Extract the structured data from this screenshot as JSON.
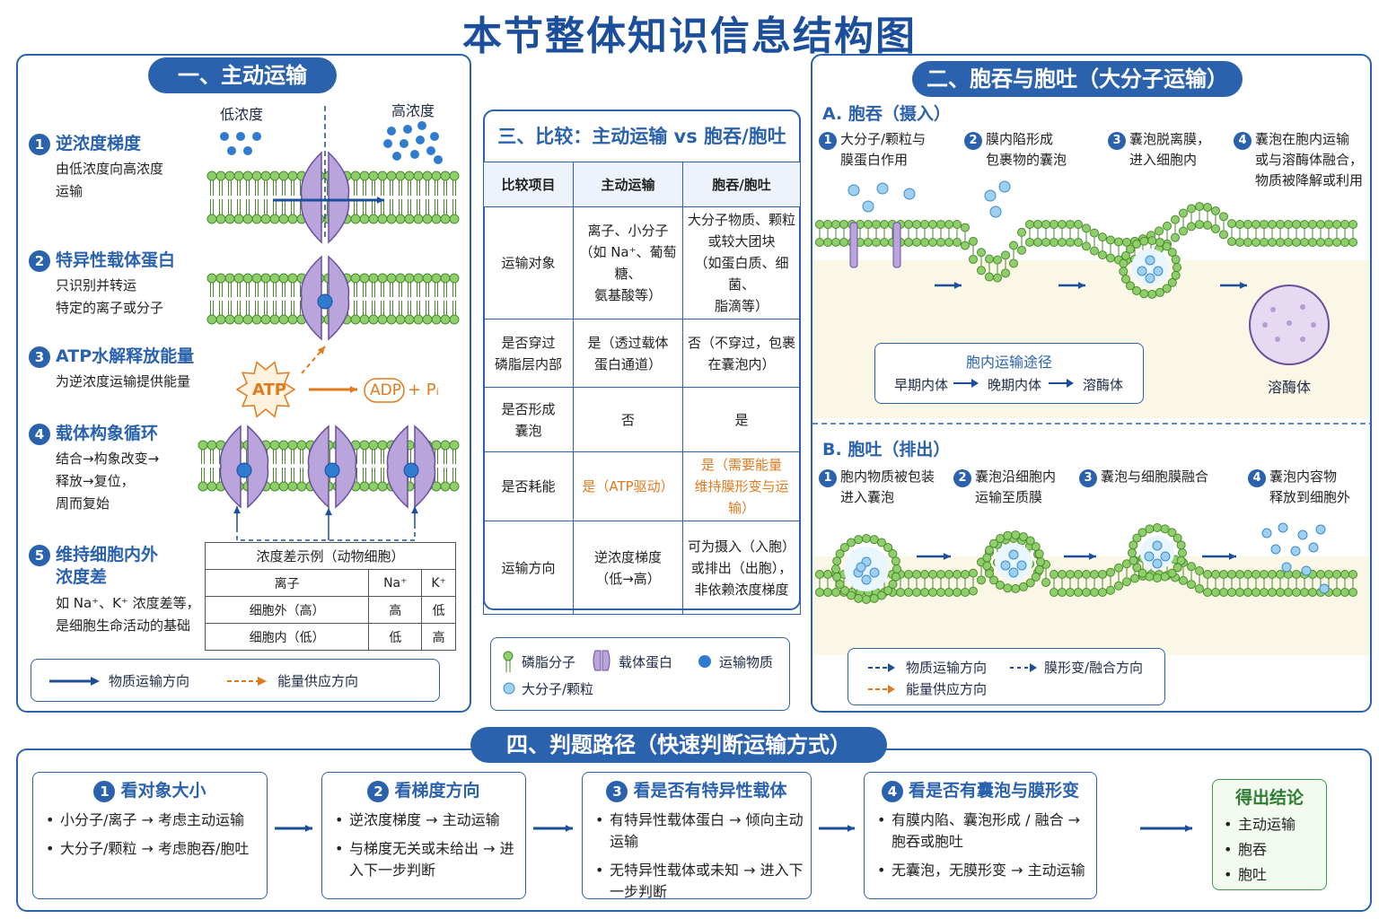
{
  "title": "本节整体知识信息结构图",
  "s1": {
    "header": "一、主动运输",
    "low_label": "低浓度",
    "high_label": "高浓度",
    "items": [
      {
        "n": "1",
        "title": "逆浓度梯度",
        "desc": [
          "由低浓度向高浓度",
          "运输"
        ]
      },
      {
        "n": "2",
        "title": "特异性载体蛋白",
        "desc": [
          "只识别并转运",
          "特定的离子或分子"
        ]
      },
      {
        "n": "3",
        "title": "ATP水解释放能量",
        "desc": [
          "为逆浓度运输提供能量"
        ]
      },
      {
        "n": "4",
        "title": "载体构象循环",
        "desc": [
          "结合→构象改变→",
          "释放→复位，",
          "周而复始"
        ]
      },
      {
        "n": "5",
        "title": "维持细胞内外",
        "title2": "浓度差",
        "desc": [
          "如 Na⁺、K⁺ 浓度差等，",
          "是细胞生命活动的基础"
        ]
      }
    ],
    "atp": "ATP",
    "adp": "ADP",
    "pi": "+ Pᵢ",
    "conc_table": {
      "caption": "浓度差示例（动物细胞）",
      "headers": [
        "离子",
        "Na⁺",
        "K⁺"
      ],
      "rows": [
        [
          "细胞外（高）",
          "高",
          "低"
        ],
        [
          "细胞内（低）",
          "低",
          "高"
        ]
      ]
    },
    "legend": {
      "transport": "物质运输方向",
      "energy": "能量供应方向"
    }
  },
  "s3": {
    "header": "三、比较：主动运输 vs 胞吞/胞吐",
    "columns": [
      "比较项目",
      "主动运输",
      "胞吞/胞吐"
    ],
    "rows": [
      {
        "item": "运输对象",
        "a": [
          "离子、小分子",
          "（如 Na⁺、葡萄糖、",
          "氨基酸等）"
        ],
        "b": [
          "大分子物质、颗粒",
          "或较大团块",
          "（如蛋白质、细菌、",
          "脂滴等）"
        ]
      },
      {
        "item": [
          "是否穿过",
          "磷脂层内部"
        ],
        "a": [
          "是（透过载体",
          "蛋白通道）"
        ],
        "b": [
          "否（不穿过，包裹",
          "在囊泡内）"
        ]
      },
      {
        "item": [
          "是否形成",
          "囊泡"
        ],
        "a": [
          "否"
        ],
        "b": [
          "是"
        ]
      },
      {
        "item": "是否耗能",
        "a": [
          "是（ATP驱动）"
        ],
        "b": [
          "是（需要能量",
          "维持膜形变与运输）"
        ]
      },
      {
        "item": "运输方向",
        "a": [
          "逆浓度梯度",
          "（低→高）"
        ],
        "b": [
          "可为摄入（入胞）",
          "或排出（出胞），",
          "非依赖浓度梯度"
        ]
      }
    ],
    "legend": {
      "phospholipid": "磷脂分子",
      "carrier": "载体蛋白",
      "substance": "运输物质",
      "macro": "大分子/颗粒"
    }
  },
  "s2": {
    "header": "二、胞吞与胞吐（大分子运输）",
    "a_title": "A. 胞吞（摄入）",
    "a_steps": [
      {
        "n": "1",
        "lines": [
          "大分子/颗粒与",
          "膜蛋白作用"
        ]
      },
      {
        "n": "2",
        "lines": [
          "膜内陷形成",
          "包裹物的囊泡"
        ]
      },
      {
        "n": "3",
        "lines": [
          "囊泡脱离膜，",
          "进入细胞内"
        ]
      },
      {
        "n": "4",
        "lines": [
          "囊泡在胞内运输",
          "或与溶酶体融合，",
          "物质被降解或利用"
        ]
      }
    ],
    "pathway": {
      "title": "胞内运输途径",
      "steps": [
        "早期内体",
        "晚期内体",
        "溶酶体"
      ]
    },
    "lysosome": "溶酶体",
    "b_title": "B. 胞吐（排出）",
    "b_steps": [
      {
        "n": "1",
        "lines": [
          "胞内物质被包装",
          "进入囊泡"
        ]
      },
      {
        "n": "2",
        "lines": [
          "囊泡沿细胞内",
          "运输至质膜"
        ]
      },
      {
        "n": "3",
        "lines": [
          "囊泡与细胞膜融合"
        ]
      },
      {
        "n": "4",
        "lines": [
          "囊泡内容物",
          "释放到细胞外"
        ]
      }
    ],
    "legend": {
      "transport": "物质运输方向",
      "membrane": "膜形变/融合方向",
      "energy": "能量供应方向"
    }
  },
  "s4": {
    "header": "四、判题路径（快速判断运输方式）",
    "steps": [
      {
        "n": "1",
        "title": "看对象大小",
        "bullets": [
          "小分子/离子 → 考虑主动运输",
          "大分子/颗粒 → 考虑胞吞/胞吐"
        ]
      },
      {
        "n": "2",
        "title": "看梯度方向",
        "bullets": [
          "逆浓度梯度 → 主动运输",
          "与梯度无关或未给出 → 进入下一步判断"
        ]
      },
      {
        "n": "3",
        "title": "看是否有特异性载体",
        "bullets": [
          "有特异性载体蛋白 → 倾向主动运输",
          "无特异性载体或未知 → 进入下一步判断"
        ]
      },
      {
        "n": "4",
        "title": "看是否有囊泡与膜形变",
        "bullets": [
          "有膜内陷、囊泡形成 / 融合 → 胞吞或胞吐",
          "无囊泡，无膜形变 → 主动运输"
        ]
      }
    ],
    "conclusion": {
      "title": "得出结论",
      "items": [
        "主动运输",
        "胞吞",
        "胞吐"
      ]
    }
  }
}
